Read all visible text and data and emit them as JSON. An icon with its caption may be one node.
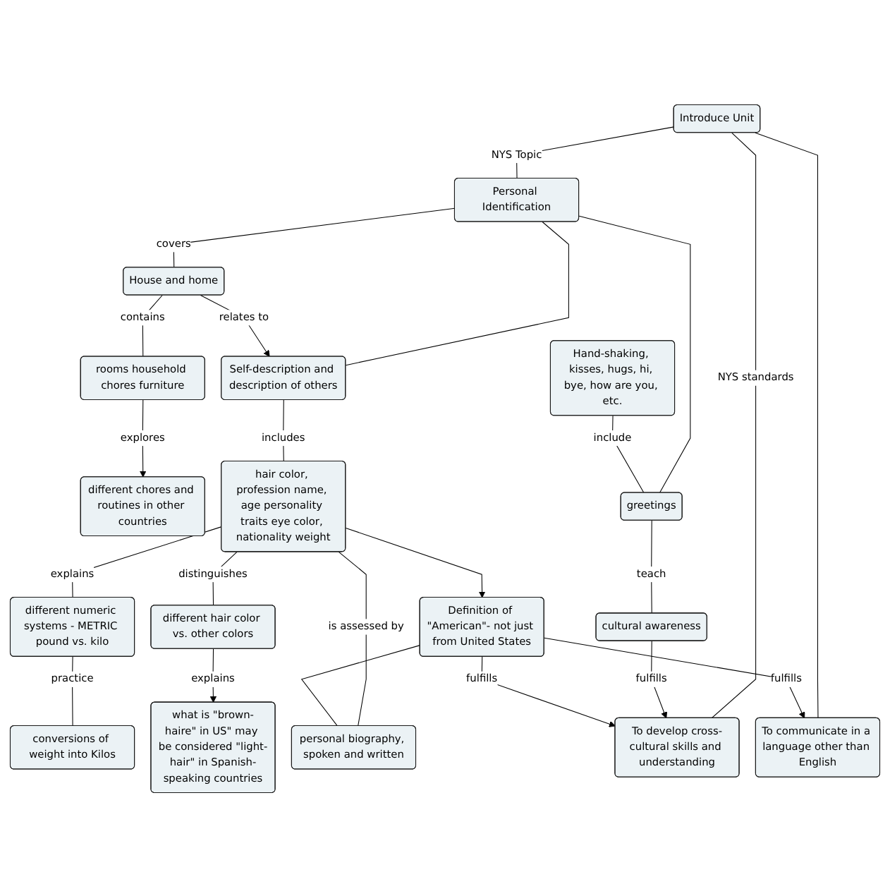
{
  "diagram": {
    "nodes": [
      {
        "text": [
          "Introduce Unit"
        ]
      },
      {
        "text": [
          "Personal Identification"
        ]
      },
      {
        "text": [
          "To develop cross-cultural skills and understanding"
        ]
      },
      {
        "text": [
          "To communicate in a language other than English"
        ]
      },
      {
        "text": [
          "different chores and routines in other countries"
        ]
      },
      {
        "text": [
          "greetings"
        ]
      },
      {
        "text": [
          "House and home"
        ]
      },
      {
        "text": [
          "Self-description and description of others"
        ]
      },
      {
        "text": [
          "Hand-shaking, kisses, hugs, hi, bye, how are you, etc."
        ]
      },
      {
        "text": [
          "rooms household chores furniture"
        ]
      },
      {
        "text": [
          "cultural awareness"
        ]
      },
      {
        "text": [
          "hair color, profession name, age personality traits eye color, nationality weight"
        ]
      },
      {
        "text": [
          "different numeric systems - METRIC pound vs. kilo"
        ]
      },
      {
        "text": [
          "Definition of \"American\"- not just from United States"
        ]
      },
      {
        "text": [
          "different hair color vs. other colors"
        ]
      },
      {
        "text": [
          "personal biography, spoken and written"
        ]
      },
      {
        "text": [
          "conversions of weight into Kilos"
        ]
      },
      {
        "text": [
          "what is \"brown-haire\" in US\" may be considered \"light-hair\" in Spanish-speaking countries"
        ]
      }
    ],
    "edges": [
      {
        "from": 0,
        "to": 1,
        "arrow": "none",
        "label": "NYS Topic"
      },
      {
        "from": 0,
        "to": 2,
        "arrow": "none",
        "label": "NYS standards"
      },
      {
        "from": 0,
        "to": 3,
        "arrow": "none"
      },
      {
        "from": 1,
        "to": 6,
        "arrow": "none",
        "label": "covers"
      },
      {
        "from": 1,
        "to": 7,
        "arrow": "none"
      },
      {
        "from": 1,
        "to": 5,
        "arrow": "none"
      },
      {
        "from": 9,
        "to": 4,
        "arrow": "to",
        "label": "explores"
      },
      {
        "from": 6,
        "to": 9,
        "arrow": "none",
        "label": "contains"
      },
      {
        "from": 6,
        "to": 7,
        "arrow": "to",
        "label": "relates to"
      },
      {
        "from": 5,
        "to": 10,
        "arrow": "none",
        "label": "teach"
      },
      {
        "from": 8,
        "to": 5,
        "arrow": "none",
        "label": "include"
      },
      {
        "from": 10,
        "to": 2,
        "arrow": "to",
        "label": "fulfills"
      },
      {
        "from": 7,
        "to": 11,
        "arrow": "none",
        "label": "includes"
      },
      {
        "from": 11,
        "to": 12,
        "arrow": "none",
        "label": "explains"
      },
      {
        "from": 11,
        "to": 13,
        "arrow": "to"
      },
      {
        "from": 13,
        "to": 2,
        "arrow": "to",
        "label": "fulfills"
      },
      {
        "from": 13,
        "to": 3,
        "arrow": "to",
        "label": "fulfills"
      },
      {
        "from": 11,
        "to": 14,
        "arrow": "none",
        "label": "distinguishes"
      },
      {
        "from": 11,
        "to": 15,
        "arrow": "none",
        "label": "is assessed by"
      },
      {
        "from": 13,
        "to": 15,
        "arrow": "none"
      },
      {
        "from": 12,
        "to": 16,
        "arrow": "none",
        "label": "practice"
      },
      {
        "from": 14,
        "to": 17,
        "arrow": "to",
        "label": "explains"
      }
    ]
  }
}
